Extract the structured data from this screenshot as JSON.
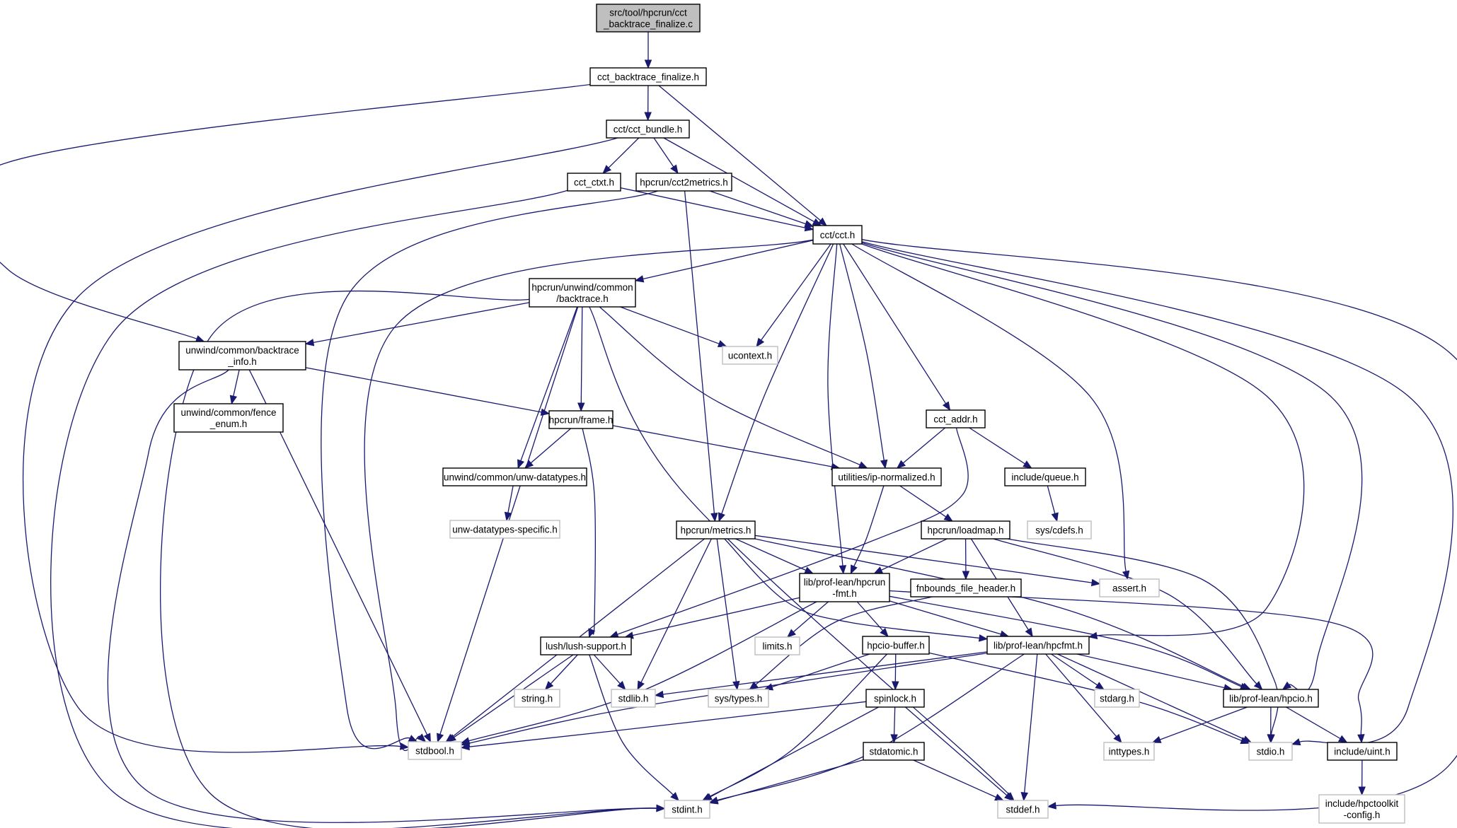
{
  "diagram": {
    "type": "include-dependency-graph",
    "root": "root",
    "nodes": [
      {
        "id": "root",
        "lines": [
          "src/tool/hpcrun/cct",
          "_backtrace_finalize.c"
        ],
        "style": "root"
      },
      {
        "id": "cbf",
        "lines": [
          "cct_backtrace_finalize.h"
        ],
        "style": "normal"
      },
      {
        "id": "bundle",
        "lines": [
          "cct/cct_bundle.h"
        ],
        "style": "normal"
      },
      {
        "id": "ctxt",
        "lines": [
          "cct_ctxt.h"
        ],
        "style": "normal"
      },
      {
        "id": "c2m",
        "lines": [
          "hpcrun/cct2metrics.h"
        ],
        "style": "normal"
      },
      {
        "id": "cct",
        "lines": [
          "cct/cct.h"
        ],
        "style": "normal"
      },
      {
        "id": "bt",
        "lines": [
          "hpcrun/unwind/common",
          "/backtrace.h"
        ],
        "style": "normal"
      },
      {
        "id": "ucontext",
        "lines": [
          "ucontext.h"
        ],
        "style": "external"
      },
      {
        "id": "btinfo",
        "lines": [
          "unwind/common/backtrace",
          "_info.h"
        ],
        "style": "normal"
      },
      {
        "id": "fence",
        "lines": [
          "unwind/common/fence",
          "_enum.h"
        ],
        "style": "normal"
      },
      {
        "id": "frame",
        "lines": [
          "hpcrun/frame.h"
        ],
        "style": "normal"
      },
      {
        "id": "unwdt",
        "lines": [
          "unwind/common/unw-datatypes.h"
        ],
        "style": "normal"
      },
      {
        "id": "unwdts",
        "lines": [
          "unw-datatypes-specific.h"
        ],
        "style": "external"
      },
      {
        "id": "cctaddr",
        "lines": [
          "cct_addr.h"
        ],
        "style": "normal"
      },
      {
        "id": "ipnorm",
        "lines": [
          "utilities/ip-normalized.h"
        ],
        "style": "normal"
      },
      {
        "id": "queue",
        "lines": [
          "include/queue.h"
        ],
        "style": "normal"
      },
      {
        "id": "cdefs",
        "lines": [
          "sys/cdefs.h"
        ],
        "style": "external"
      },
      {
        "id": "metrics",
        "lines": [
          "hpcrun/metrics.h"
        ],
        "style": "normal"
      },
      {
        "id": "loadmap",
        "lines": [
          "hpcrun/loadmap.h"
        ],
        "style": "normal"
      },
      {
        "id": "hpcrunfmt",
        "lines": [
          "lib/prof-lean/hpcrun",
          "-fmt.h"
        ],
        "style": "normal"
      },
      {
        "id": "fnb",
        "lines": [
          "fnbounds_file_header.h"
        ],
        "style": "normal"
      },
      {
        "id": "assert",
        "lines": [
          "assert.h"
        ],
        "style": "external"
      },
      {
        "id": "lush",
        "lines": [
          "lush/lush-support.h"
        ],
        "style": "normal"
      },
      {
        "id": "limits",
        "lines": [
          "limits.h"
        ],
        "style": "external"
      },
      {
        "id": "hpciobuf",
        "lines": [
          "hpcio-buffer.h"
        ],
        "style": "normal"
      },
      {
        "id": "hpcfmt",
        "lines": [
          "lib/prof-lean/hpcfmt.h"
        ],
        "style": "normal"
      },
      {
        "id": "string",
        "lines": [
          "string.h"
        ],
        "style": "external"
      },
      {
        "id": "stdlib",
        "lines": [
          "stdlib.h"
        ],
        "style": "external"
      },
      {
        "id": "systypes",
        "lines": [
          "sys/types.h"
        ],
        "style": "external"
      },
      {
        "id": "spinlock",
        "lines": [
          "spinlock.h"
        ],
        "style": "normal"
      },
      {
        "id": "stdarg",
        "lines": [
          "stdarg.h"
        ],
        "style": "external"
      },
      {
        "id": "hpcio",
        "lines": [
          "lib/prof-lean/hpcio.h"
        ],
        "style": "normal"
      },
      {
        "id": "stdbool",
        "lines": [
          "stdbool.h"
        ],
        "style": "external"
      },
      {
        "id": "stdatomic",
        "lines": [
          "stdatomic.h"
        ],
        "style": "normal"
      },
      {
        "id": "inttypes",
        "lines": [
          "inttypes.h"
        ],
        "style": "external"
      },
      {
        "id": "stdio",
        "lines": [
          "stdio.h"
        ],
        "style": "external"
      },
      {
        "id": "uint",
        "lines": [
          "include/uint.h"
        ],
        "style": "normal"
      },
      {
        "id": "stdint",
        "lines": [
          "stdint.h"
        ],
        "style": "external"
      },
      {
        "id": "stddef",
        "lines": [
          "stddef.h"
        ],
        "style": "external"
      },
      {
        "id": "hpctkcfg",
        "lines": [
          "include/hpctoolkit",
          "-config.h"
        ],
        "style": "external"
      }
    ],
    "edges": [
      [
        "root",
        "cbf"
      ],
      [
        "cbf",
        "bundle"
      ],
      [
        "cbf",
        "cct"
      ],
      [
        "cbf",
        "btinfo"
      ],
      [
        "bundle",
        "ctxt"
      ],
      [
        "bundle",
        "c2m"
      ],
      [
        "bundle",
        "cct"
      ],
      [
        "bundle",
        "stdbool"
      ],
      [
        "ctxt",
        "cct"
      ],
      [
        "ctxt",
        "stdint"
      ],
      [
        "c2m",
        "cct"
      ],
      [
        "c2m",
        "metrics"
      ],
      [
        "c2m",
        "stdbool"
      ],
      [
        "cct",
        "bt"
      ],
      [
        "cct",
        "ucontext"
      ],
      [
        "cct",
        "cctaddr"
      ],
      [
        "cct",
        "ipnorm"
      ],
      [
        "cct",
        "metrics"
      ],
      [
        "cct",
        "hpcrunfmt"
      ],
      [
        "cct",
        "assert"
      ],
      [
        "cct",
        "hpcfmt"
      ],
      [
        "cct",
        "hpcio"
      ],
      [
        "cct",
        "stdio"
      ],
      [
        "cct",
        "stddef"
      ],
      [
        "cct",
        "stdbool"
      ],
      [
        "bt",
        "btinfo"
      ],
      [
        "bt",
        "frame"
      ],
      [
        "bt",
        "unwdt"
      ],
      [
        "bt",
        "ucontext"
      ],
      [
        "bt",
        "ipnorm"
      ],
      [
        "bt",
        "stdbool"
      ],
      [
        "bt",
        "stdint"
      ],
      [
        "bt",
        "stddef"
      ],
      [
        "btinfo",
        "fence"
      ],
      [
        "btinfo",
        "frame"
      ],
      [
        "btinfo",
        "stdbool"
      ],
      [
        "btinfo",
        "stdint"
      ],
      [
        "frame",
        "unwdt"
      ],
      [
        "frame",
        "ipnorm"
      ],
      [
        "frame",
        "lush"
      ],
      [
        "unwdt",
        "unwdts"
      ],
      [
        "cctaddr",
        "ipnorm"
      ],
      [
        "cctaddr",
        "queue"
      ],
      [
        "cctaddr",
        "lush"
      ],
      [
        "queue",
        "cdefs"
      ],
      [
        "ipnorm",
        "loadmap"
      ],
      [
        "ipnorm",
        "hpcrunfmt"
      ],
      [
        "loadmap",
        "hpcrunfmt"
      ],
      [
        "loadmap",
        "fnb"
      ],
      [
        "loadmap",
        "hpcfmt"
      ],
      [
        "loadmap",
        "hpcio"
      ],
      [
        "loadmap",
        "stdio"
      ],
      [
        "metrics",
        "hpcrunfmt"
      ],
      [
        "metrics",
        "assert"
      ],
      [
        "metrics",
        "hpcio"
      ],
      [
        "metrics",
        "stdlib"
      ],
      [
        "metrics",
        "systypes"
      ],
      [
        "metrics",
        "stdbool"
      ],
      [
        "metrics",
        "hpcfmt"
      ],
      [
        "fnb",
        "systypes"
      ],
      [
        "hpcrunfmt",
        "lush"
      ],
      [
        "hpcrunfmt",
        "limits"
      ],
      [
        "hpcrunfmt",
        "hpciobuf"
      ],
      [
        "hpcrunfmt",
        "hpcfmt"
      ],
      [
        "hpcrunfmt",
        "hpcio"
      ],
      [
        "hpcrunfmt",
        "uint"
      ],
      [
        "hpcrunfmt",
        "stdbool"
      ],
      [
        "lush",
        "string"
      ],
      [
        "lush",
        "stdlib"
      ],
      [
        "lush",
        "stdbool"
      ],
      [
        "lush",
        "stdint"
      ],
      [
        "hpciobuf",
        "spinlock"
      ],
      [
        "hpciobuf",
        "systypes"
      ],
      [
        "hpciobuf",
        "stdint"
      ],
      [
        "hpciobuf",
        "stdio"
      ],
      [
        "hpcfmt",
        "stdlib"
      ],
      [
        "hpcfmt",
        "stdarg"
      ],
      [
        "hpcfmt",
        "inttypes"
      ],
      [
        "hpcfmt",
        "stdio"
      ],
      [
        "hpcfmt",
        "hpcio"
      ],
      [
        "hpcfmt",
        "stdbool"
      ],
      [
        "hpcfmt",
        "stdint"
      ],
      [
        "hpcfmt",
        "stddef"
      ],
      [
        "spinlock",
        "stdatomic"
      ],
      [
        "spinlock",
        "stdbool"
      ],
      [
        "spinlock",
        "stdint"
      ],
      [
        "spinlock",
        "stddef"
      ],
      [
        "stdatomic",
        "stdint"
      ],
      [
        "stdatomic",
        "stddef"
      ],
      [
        "hpcio",
        "inttypes"
      ],
      [
        "hpcio",
        "stdio"
      ],
      [
        "hpcio",
        "uint"
      ],
      [
        "uint",
        "hpctkcfg"
      ]
    ]
  }
}
